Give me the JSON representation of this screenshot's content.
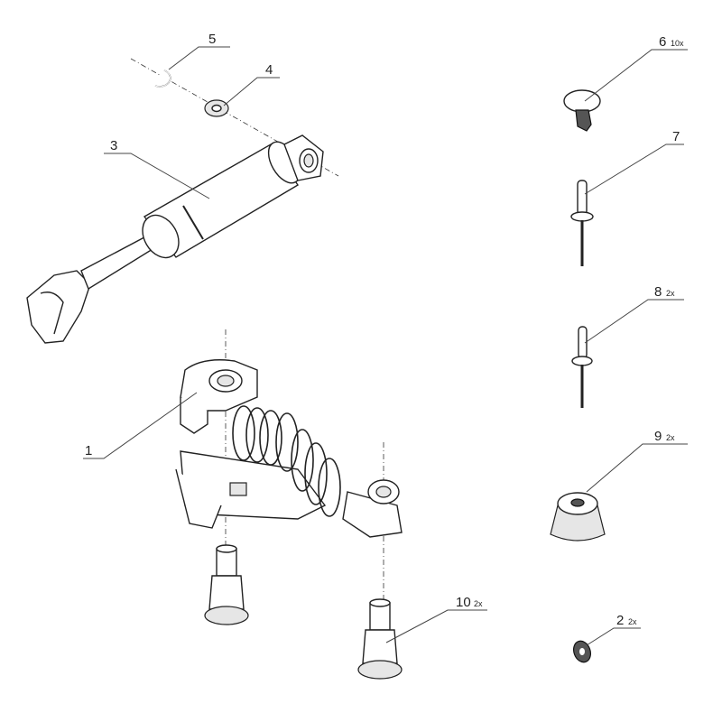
{
  "callouts": [
    {
      "number": "5",
      "qty": ""
    },
    {
      "number": "4",
      "qty": ""
    },
    {
      "number": "3",
      "qty": ""
    },
    {
      "number": "1",
      "qty": ""
    },
    {
      "number": "6",
      "qty": "10x"
    },
    {
      "number": "7",
      "qty": ""
    },
    {
      "number": "8",
      "qty": "2x"
    },
    {
      "number": "9",
      "qty": "2x"
    },
    {
      "number": "10",
      "qty": "2x"
    },
    {
      "number": "2",
      "qty": "2x"
    }
  ]
}
